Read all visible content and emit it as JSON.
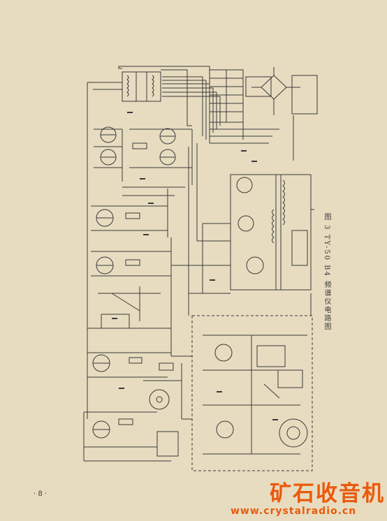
{
  "figure": {
    "caption": "图 3  TY-50 B4 频谱仪电路图",
    "page_number": "· 8 ·"
  },
  "watermark": {
    "text_cn": "矿石收音机",
    "url": "www.crystalradio.cn",
    "color": "#ea5a0c"
  },
  "colors": {
    "paper": "#e7dcc0",
    "ink": "#3a3a3a"
  }
}
